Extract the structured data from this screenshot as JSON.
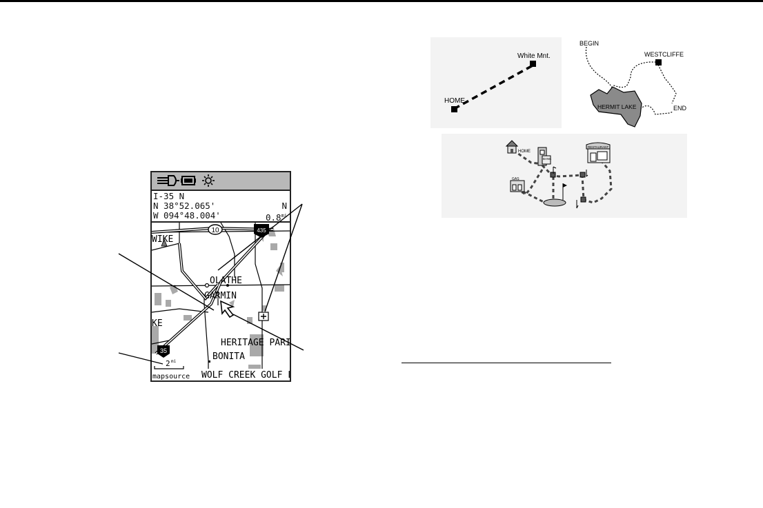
{
  "gps": {
    "road": "I-35 N",
    "lat": "N  38°52.065'",
    "lon": "W 094°48.004'",
    "heading": "N",
    "distance": "0.8",
    "distance_unit": "mi",
    "map_labels": {
      "city_west": "WIKE",
      "city_west2": "KE",
      "olathe": "OLATHE",
      "garmin": "GARMIN",
      "heritage": "HERITAGE PARI",
      "bonita": "BONITA",
      "wolf_creek": "WOLF CREEK GOLF L",
      "hwy_10": "10",
      "hwy_435": "435",
      "hwy_35": "35",
      "scale": "2",
      "scale_unit": "mi",
      "mapsource": "mapsource"
    }
  },
  "route_map_1": {
    "home": "HOME",
    "white_mnt": "White Mnt."
  },
  "route_map_2": {
    "begin": "BEGIN",
    "westcliffe": "WESTCLIFFE",
    "hermit_lake": "HERMIT LAKE",
    "end": "END"
  },
  "route_map_3": {
    "home": "HOME",
    "bank": "BANK",
    "gas": "GAS",
    "restaurant": "RESTAURANT"
  }
}
